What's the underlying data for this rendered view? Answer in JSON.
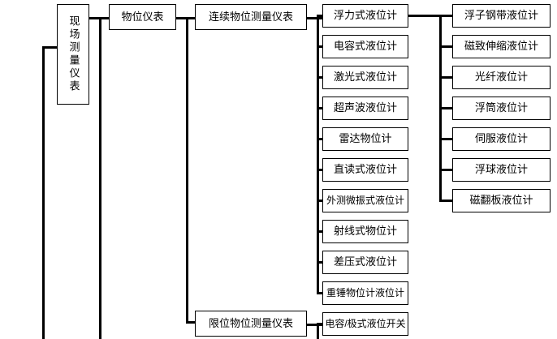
{
  "diagram": {
    "title_root": "现场测量仪表",
    "level2": [
      {
        "label": "物位仪表"
      }
    ],
    "level3": [
      {
        "label": "连续物位测量仪表"
      },
      {
        "label": "限位物位测量仪表"
      }
    ],
    "continuous_children": [
      {
        "label": "浮力式液位计"
      },
      {
        "label": "电容式液位计"
      },
      {
        "label": "激光式液位计"
      },
      {
        "label": "超声波液位计"
      },
      {
        "label": "雷达物位计"
      },
      {
        "label": "直读式液位计"
      },
      {
        "label": "外测微振式液位计"
      },
      {
        "label": "射线式物位计"
      },
      {
        "label": "差压式液位计"
      },
      {
        "label": "重锤物位计液位计"
      }
    ],
    "buoyancy_children": [
      {
        "label": "浮子钢带液位计"
      },
      {
        "label": "磁致伸缩液位计"
      },
      {
        "label": "光纤液位计"
      },
      {
        "label": "浮筒液位计"
      },
      {
        "label": "伺服液位计"
      },
      {
        "label": "浮球液位计"
      },
      {
        "label": "磁翻板液位计"
      }
    ],
    "limit_children": [
      {
        "label": "电容/极式液位开关"
      }
    ],
    "colors": {
      "border": "#000000",
      "background": "#ffffff",
      "text": "#000000"
    }
  }
}
